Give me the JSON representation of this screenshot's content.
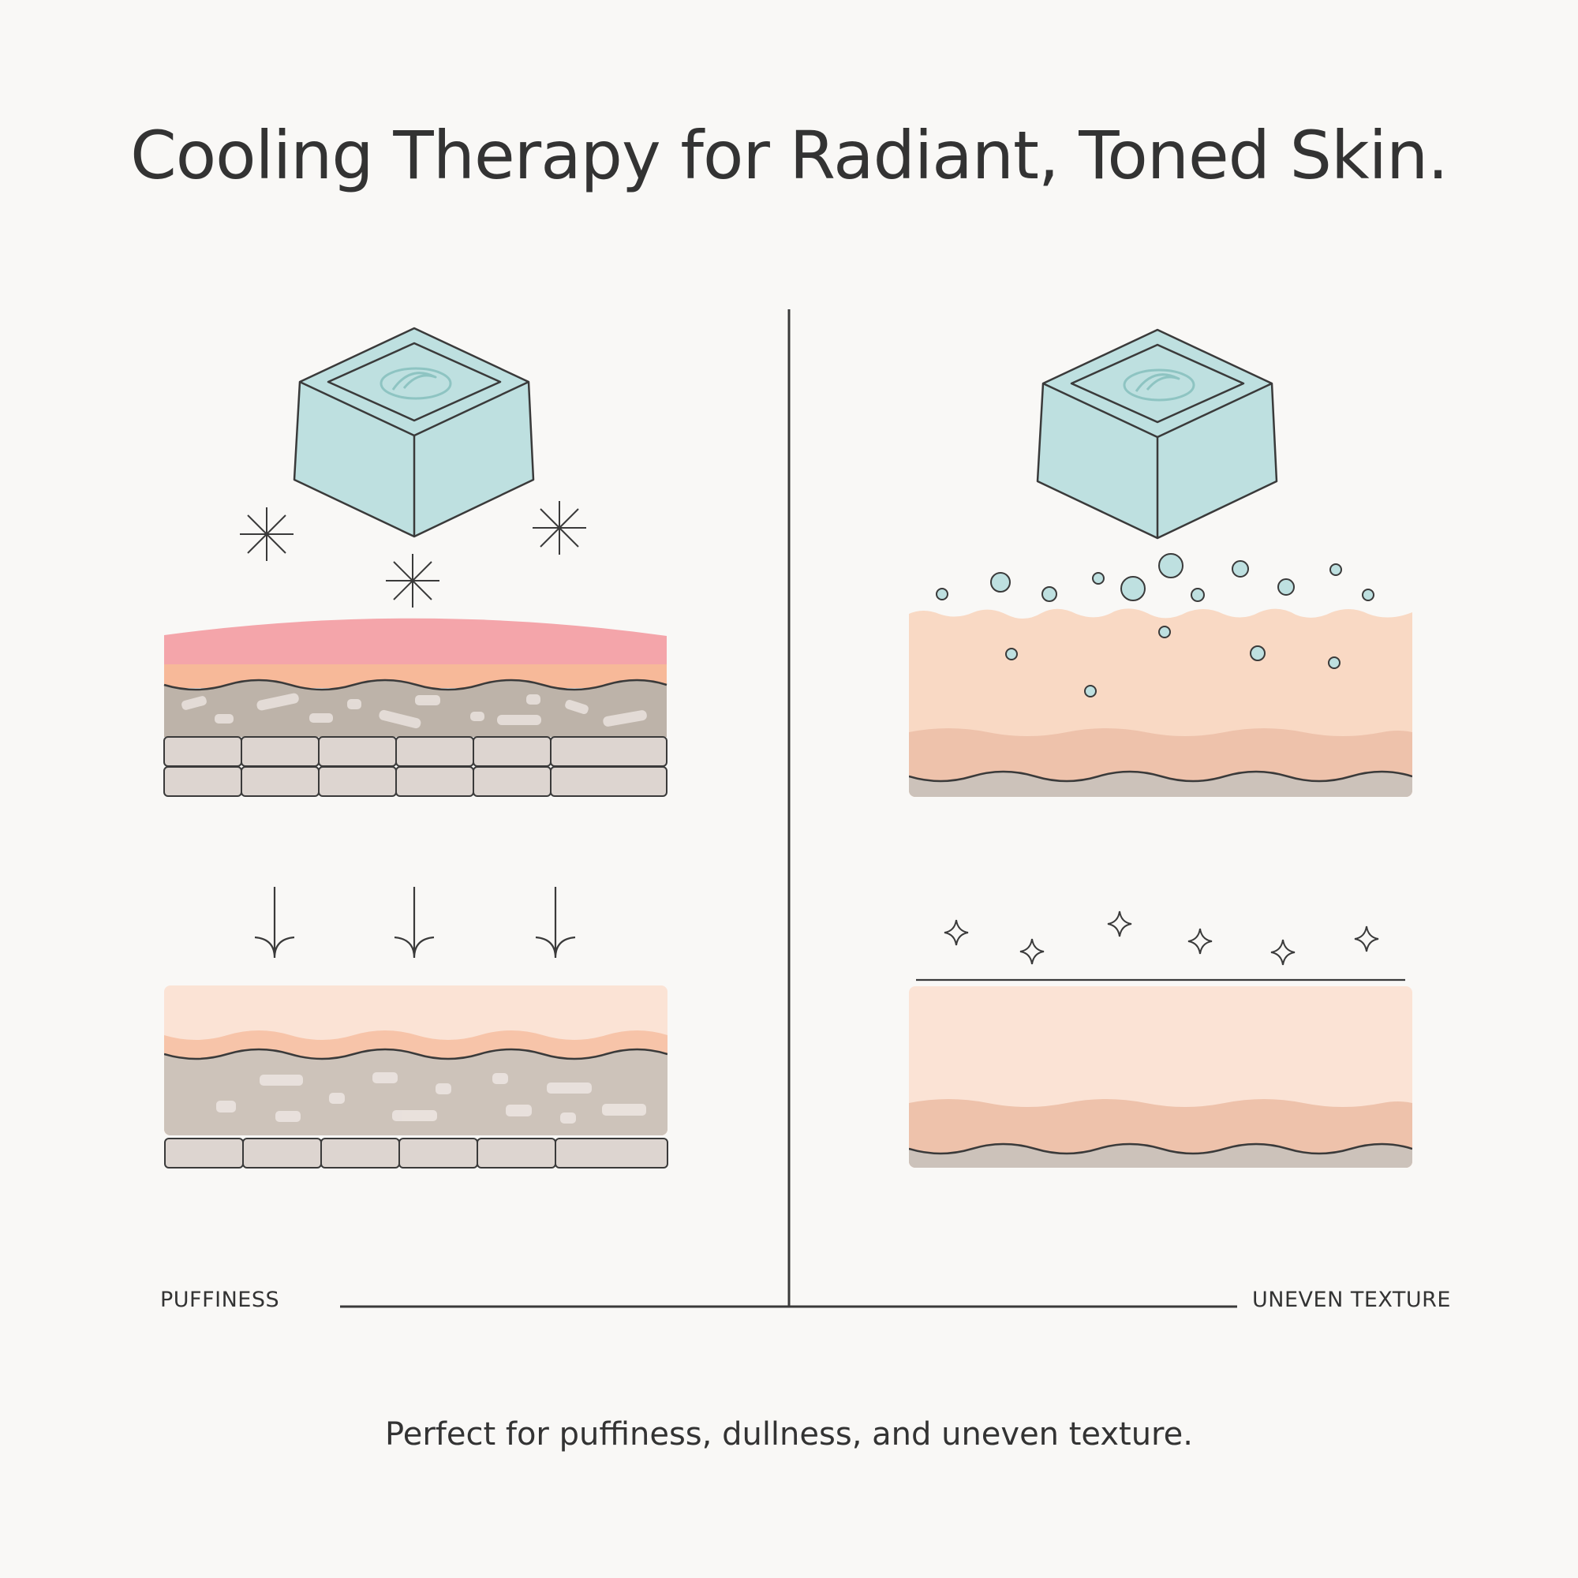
{
  "title": "Cooling Therapy for Radiant, Toned Skin.",
  "panels": {
    "left": {
      "label": "PUFFINESS"
    },
    "right": {
      "label": "UNEVEN TEXTURE"
    }
  },
  "caption": "Perfect for puffiness, dullness, and uneven texture.",
  "colors": {
    "ice": "#bee0e0",
    "outline": "#3a3a3a",
    "inflamed": "#f4a5aa",
    "skin_light": "#fbe3d5",
    "skin_mid": "#f9d9c4",
    "skin_band": "#eec2ab",
    "tissue": "#cdc3ba",
    "tissue_puffy": "#bdb3a9",
    "base": "#ccc2ba",
    "cell": "#ddd5d0",
    "fleck": "#ede6e2",
    "background": "#f9f8f6"
  },
  "icons": {
    "cube": "ice-cube-icon",
    "cold": "snowflake-icon",
    "press": "down-arrow-icon",
    "glow": "sparkle-icon",
    "pores": "bubble-icon"
  }
}
